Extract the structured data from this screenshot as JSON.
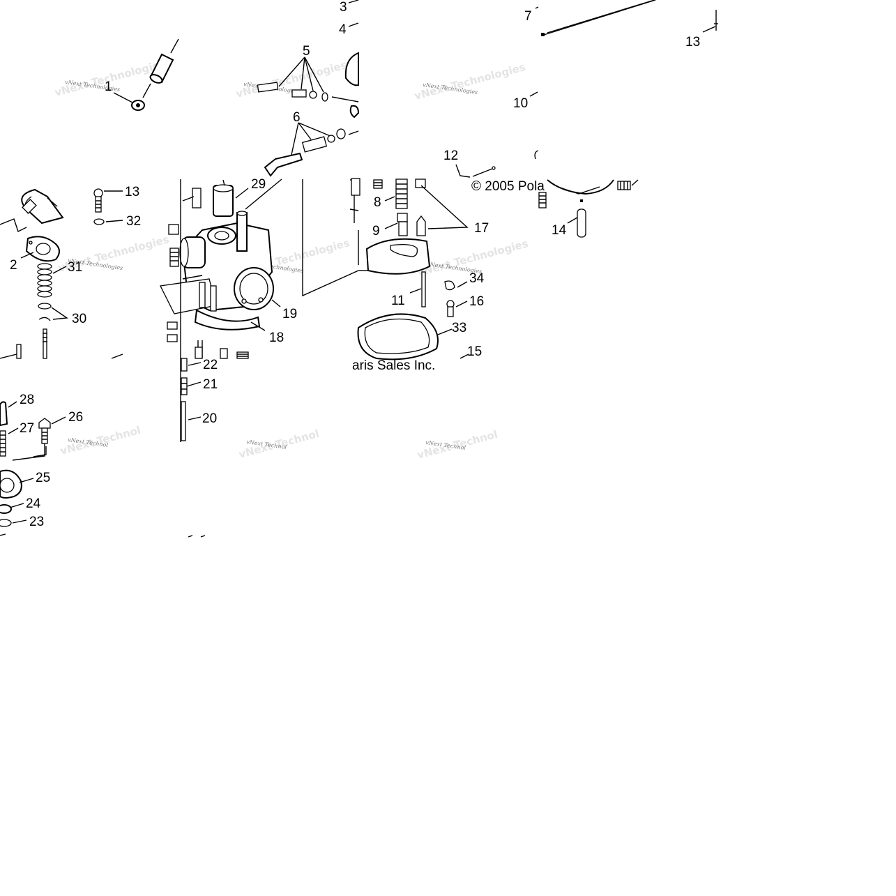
{
  "callouts": [
    {
      "id": "c1",
      "text": "1"
    },
    {
      "id": "c2",
      "text": "2"
    },
    {
      "id": "c3",
      "text": "3"
    },
    {
      "id": "c4",
      "text": "4"
    },
    {
      "id": "c5",
      "text": "5"
    },
    {
      "id": "c6",
      "text": "6"
    },
    {
      "id": "c7",
      "text": "7"
    },
    {
      "id": "c8",
      "text": "8"
    },
    {
      "id": "c9",
      "text": "9"
    },
    {
      "id": "c10",
      "text": "10"
    },
    {
      "id": "c11",
      "text": "11"
    },
    {
      "id": "c12",
      "text": "12"
    },
    {
      "id": "c13a",
      "text": "13"
    },
    {
      "id": "c13b",
      "text": "13"
    },
    {
      "id": "c14",
      "text": "14"
    },
    {
      "id": "c15",
      "text": "15"
    },
    {
      "id": "c16",
      "text": "16"
    },
    {
      "id": "c17",
      "text": "17"
    },
    {
      "id": "c18",
      "text": "18"
    },
    {
      "id": "c19",
      "text": "19"
    },
    {
      "id": "c20",
      "text": "20"
    },
    {
      "id": "c21",
      "text": "21"
    },
    {
      "id": "c22",
      "text": "22"
    },
    {
      "id": "c23",
      "text": "23"
    },
    {
      "id": "c24",
      "text": "24"
    },
    {
      "id": "c25",
      "text": "25"
    },
    {
      "id": "c26",
      "text": "26"
    },
    {
      "id": "c27",
      "text": "27"
    },
    {
      "id": "c28",
      "text": "28"
    },
    {
      "id": "c29",
      "text": "29"
    },
    {
      "id": "c30",
      "text": "30"
    },
    {
      "id": "c31",
      "text": "31"
    },
    {
      "id": "c32",
      "text": "32"
    },
    {
      "id": "c33",
      "text": "33"
    },
    {
      "id": "c34",
      "text": "34"
    }
  ],
  "copyright": {
    "part_a": "© 2005 Pola",
    "part_b": "aris Sales Inc."
  },
  "watermark": {
    "text": "vNext Technologies",
    "text_cut": "vNext Technol"
  },
  "colors": {
    "ink": "#000000",
    "background": "#ffffff",
    "watermark": "#777777"
  }
}
